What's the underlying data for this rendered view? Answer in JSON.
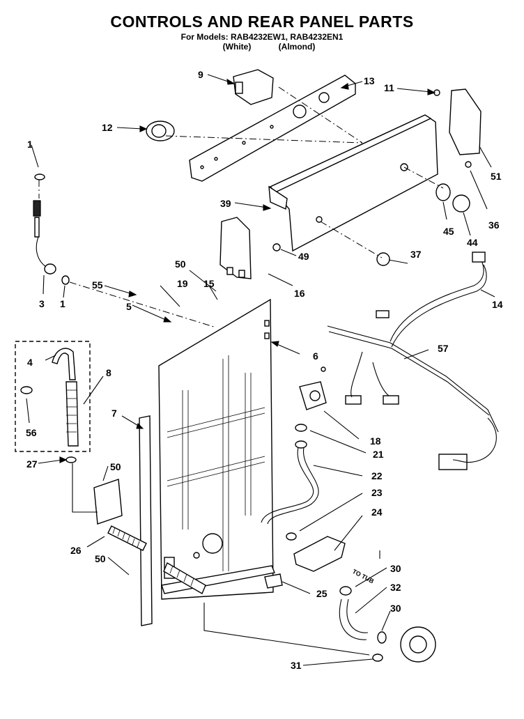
{
  "header": {
    "title": "CONTROLS AND REAR PANEL PARTS",
    "models_line": "For Models: RAB4232EW1, RAB4232EN1",
    "variant_white": "(White)",
    "variant_almond": "(Almond)"
  },
  "callouts": [
    "1",
    "1",
    "3",
    "4",
    "5",
    "6",
    "7",
    "8",
    "9",
    "11",
    "12",
    "13",
    "14",
    "15",
    "16",
    "18",
    "19",
    "21",
    "22",
    "23",
    "24",
    "25",
    "26",
    "27",
    "30",
    "30",
    "31",
    "32",
    "36",
    "37",
    "39",
    "44",
    "45",
    "49",
    "50",
    "50",
    "50",
    "51",
    "55",
    "56",
    "57"
  ],
  "annotation_totub": "TO TUB"
}
